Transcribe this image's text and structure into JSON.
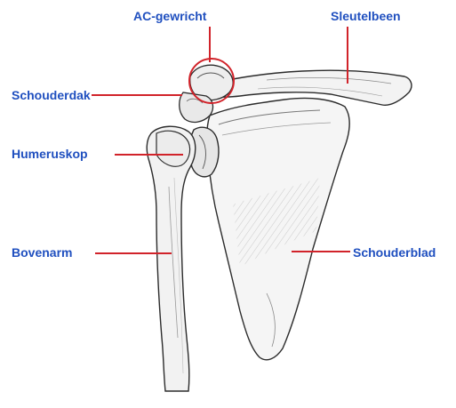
{
  "labels": {
    "ac_joint": "AC-gewricht",
    "collarbone": "Sleutelbeen",
    "acromion": "Schouderdak",
    "humeral_head": "Humeruskop",
    "upper_arm": "Bovenarm",
    "shoulder_blade": "Schouderblad"
  },
  "colors": {
    "label_text": "#1f4fbf",
    "leader_lines": "#d1232a",
    "bone_outline": "#2b2b2b",
    "bone_fill": "#f3f3f3"
  }
}
